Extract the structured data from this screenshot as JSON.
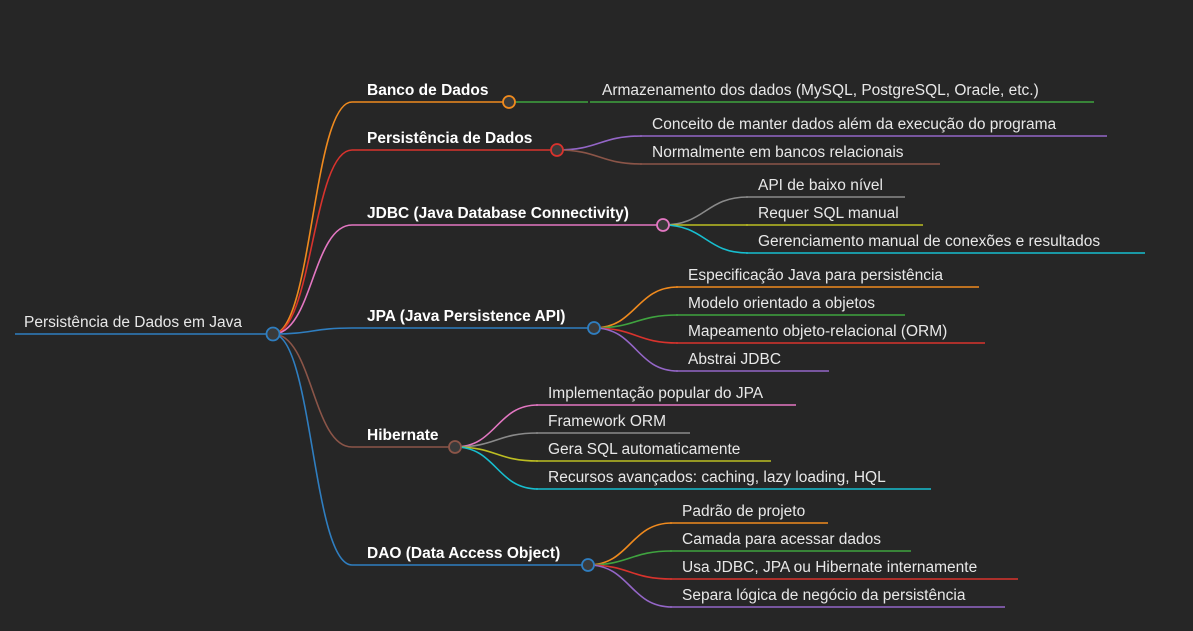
{
  "root": {
    "label": "Persistência de Dados em Java",
    "color": "#2f7ec0"
  },
  "branches": [
    {
      "label": "Banco de Dados",
      "color": "#ef8a1e",
      "children": [
        {
          "label": "Armazenamento dos dados (MySQL, PostgreSQL, Oracle, etc.)",
          "color": "#3fa33f"
        }
      ]
    },
    {
      "label": "Persistência de Dados",
      "color": "#d8332d",
      "children": [
        {
          "label": "Conceito de manter dados além da execução do programa",
          "color": "#9466c7"
        },
        {
          "label": "Normalmente em bancos relacionais",
          "color": "#8b5548"
        }
      ]
    },
    {
      "label": "JDBC (Java Database Connectivity)",
      "color": "#e377c2",
      "children": [
        {
          "label": "API de baixo nível",
          "color": "#8a8a8a"
        },
        {
          "label": "Requer SQL manual",
          "color": "#bcbd22"
        },
        {
          "label": "Gerenciamento manual de conexões e resultados",
          "color": "#17becf"
        }
      ]
    },
    {
      "label": "JPA (Java Persistence API)",
      "color": "#2f7ec0",
      "children": [
        {
          "label": "Especificação Java para persistência",
          "color": "#ef8a1e"
        },
        {
          "label": "Modelo orientado a objetos",
          "color": "#3fa33f"
        },
        {
          "label": "Mapeamento objeto-relacional (ORM)",
          "color": "#d8332d"
        },
        {
          "label": "Abstrai JDBC",
          "color": "#9466c7"
        }
      ]
    },
    {
      "label": "Hibernate",
      "color": "#8b5548",
      "children": [
        {
          "label": "Implementação popular do JPA",
          "color": "#e377c2"
        },
        {
          "label": "Framework ORM",
          "color": "#8a8a8a"
        },
        {
          "label": "Gera SQL automaticamente",
          "color": "#bcbd22"
        },
        {
          "label": "Recursos avançados: caching, lazy loading, HQL",
          "color": "#17becf"
        }
      ]
    },
    {
      "label": "DAO (Data Access Object)",
      "color": "#2f7ec0",
      "children": [
        {
          "label": "Padrão de projeto",
          "color": "#ef8a1e"
        },
        {
          "label": "Camada para acessar dados",
          "color": "#3fa33f"
        },
        {
          "label": "Usa JDBC, JPA ou Hibernate internamente",
          "color": "#d8332d"
        },
        {
          "label": "Separa lógica de negócio da persistência",
          "color": "#9466c7"
        }
      ]
    }
  ]
}
